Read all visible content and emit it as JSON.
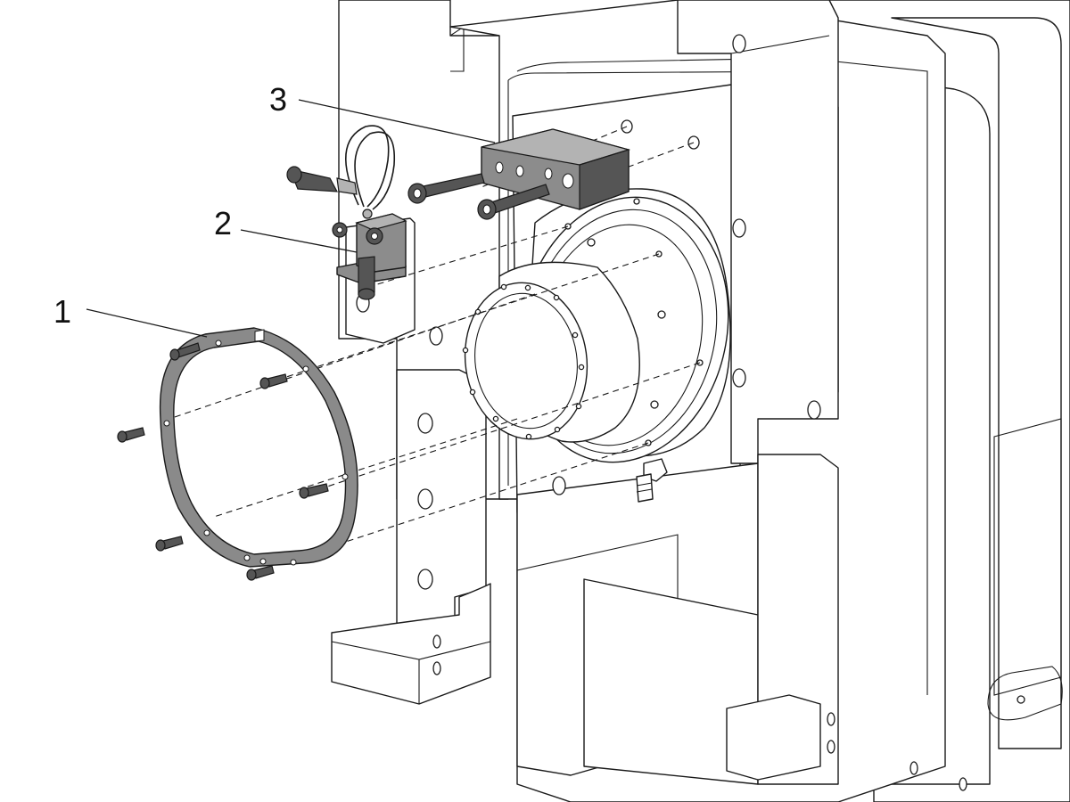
{
  "diagram": {
    "callouts": [
      {
        "id": "1",
        "label": "1"
      },
      {
        "id": "2",
        "label": "2"
      },
      {
        "id": "3",
        "label": "3"
      }
    ],
    "colors": {
      "line": "#1a1a1a",
      "part_fill": "#8c8c8c",
      "background": "#ffffff"
    }
  }
}
